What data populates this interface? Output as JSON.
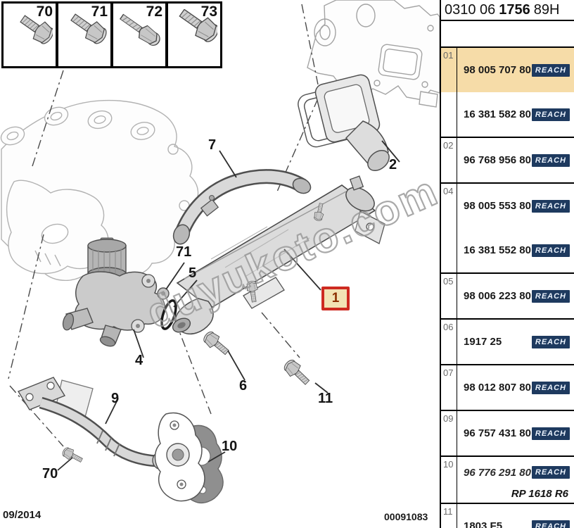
{
  "header": {
    "code_prefix": "0310 06",
    "code_bold": "1756",
    "code_suffix": "89H"
  },
  "watermark": "duyukoto.com",
  "footer": {
    "date": "09/2014",
    "doc_number": "00091083"
  },
  "diagram": {
    "hardware_boxes": [
      {
        "label": "70",
        "icon": "bolt-flanged-icon"
      },
      {
        "label": "71",
        "icon": "bolt-hex-icon"
      },
      {
        "label": "72",
        "icon": "bolt-thin-icon"
      },
      {
        "label": "73",
        "icon": "bolt-washer-icon"
      }
    ],
    "callouts": [
      {
        "id": "7",
        "text": "7"
      },
      {
        "id": "2",
        "text": "2"
      },
      {
        "id": "71",
        "text": "71"
      },
      {
        "id": "5",
        "text": "5"
      },
      {
        "id": "1",
        "text": "1"
      },
      {
        "id": "4",
        "text": "4"
      },
      {
        "id": "6",
        "text": "6"
      },
      {
        "id": "11",
        "text": "11"
      },
      {
        "id": "9",
        "text": "9"
      },
      {
        "id": "10",
        "text": "10"
      },
      {
        "id": "70",
        "text": "70"
      }
    ]
  },
  "table": {
    "reach_label": "REACH",
    "groups": [
      {
        "ref": "01",
        "parts": [
          {
            "num": "98 005 707 80",
            "reach": true,
            "highlight": true
          },
          {
            "num": "16 381 582 80",
            "reach": true
          }
        ]
      },
      {
        "ref": "02",
        "parts": [
          {
            "num": "96 768 956 80",
            "reach": true
          }
        ]
      },
      {
        "ref": "04",
        "parts": [
          {
            "num": "98 005 553 80",
            "reach": true
          },
          {
            "num": "16 381 552 80",
            "reach": true
          }
        ]
      },
      {
        "ref": "05",
        "parts": [
          {
            "num": "98 006 223 80",
            "reach": true
          }
        ]
      },
      {
        "ref": "06",
        "parts": [
          {
            "num": "1917 25",
            "reach": true
          }
        ]
      },
      {
        "ref": "07",
        "parts": [
          {
            "num": "98 012 807 80",
            "reach": true
          }
        ]
      },
      {
        "ref": "09",
        "parts": [
          {
            "num": "96 757 431 80",
            "reach": true
          }
        ]
      },
      {
        "ref": "10",
        "parts": [
          {
            "num": "96 776 291 80",
            "reach": true,
            "italic": true
          }
        ],
        "note": "RP 1618 R6"
      },
      {
        "ref": "11",
        "parts": [
          {
            "num": "1803 F5",
            "reach": true
          }
        ]
      }
    ]
  },
  "colors": {
    "highlight": "#f6dca8",
    "reach_badge": "#1e3a5f",
    "callout_box_border": "#ce2a21",
    "callout_box_bg": "#f2e3b5"
  }
}
